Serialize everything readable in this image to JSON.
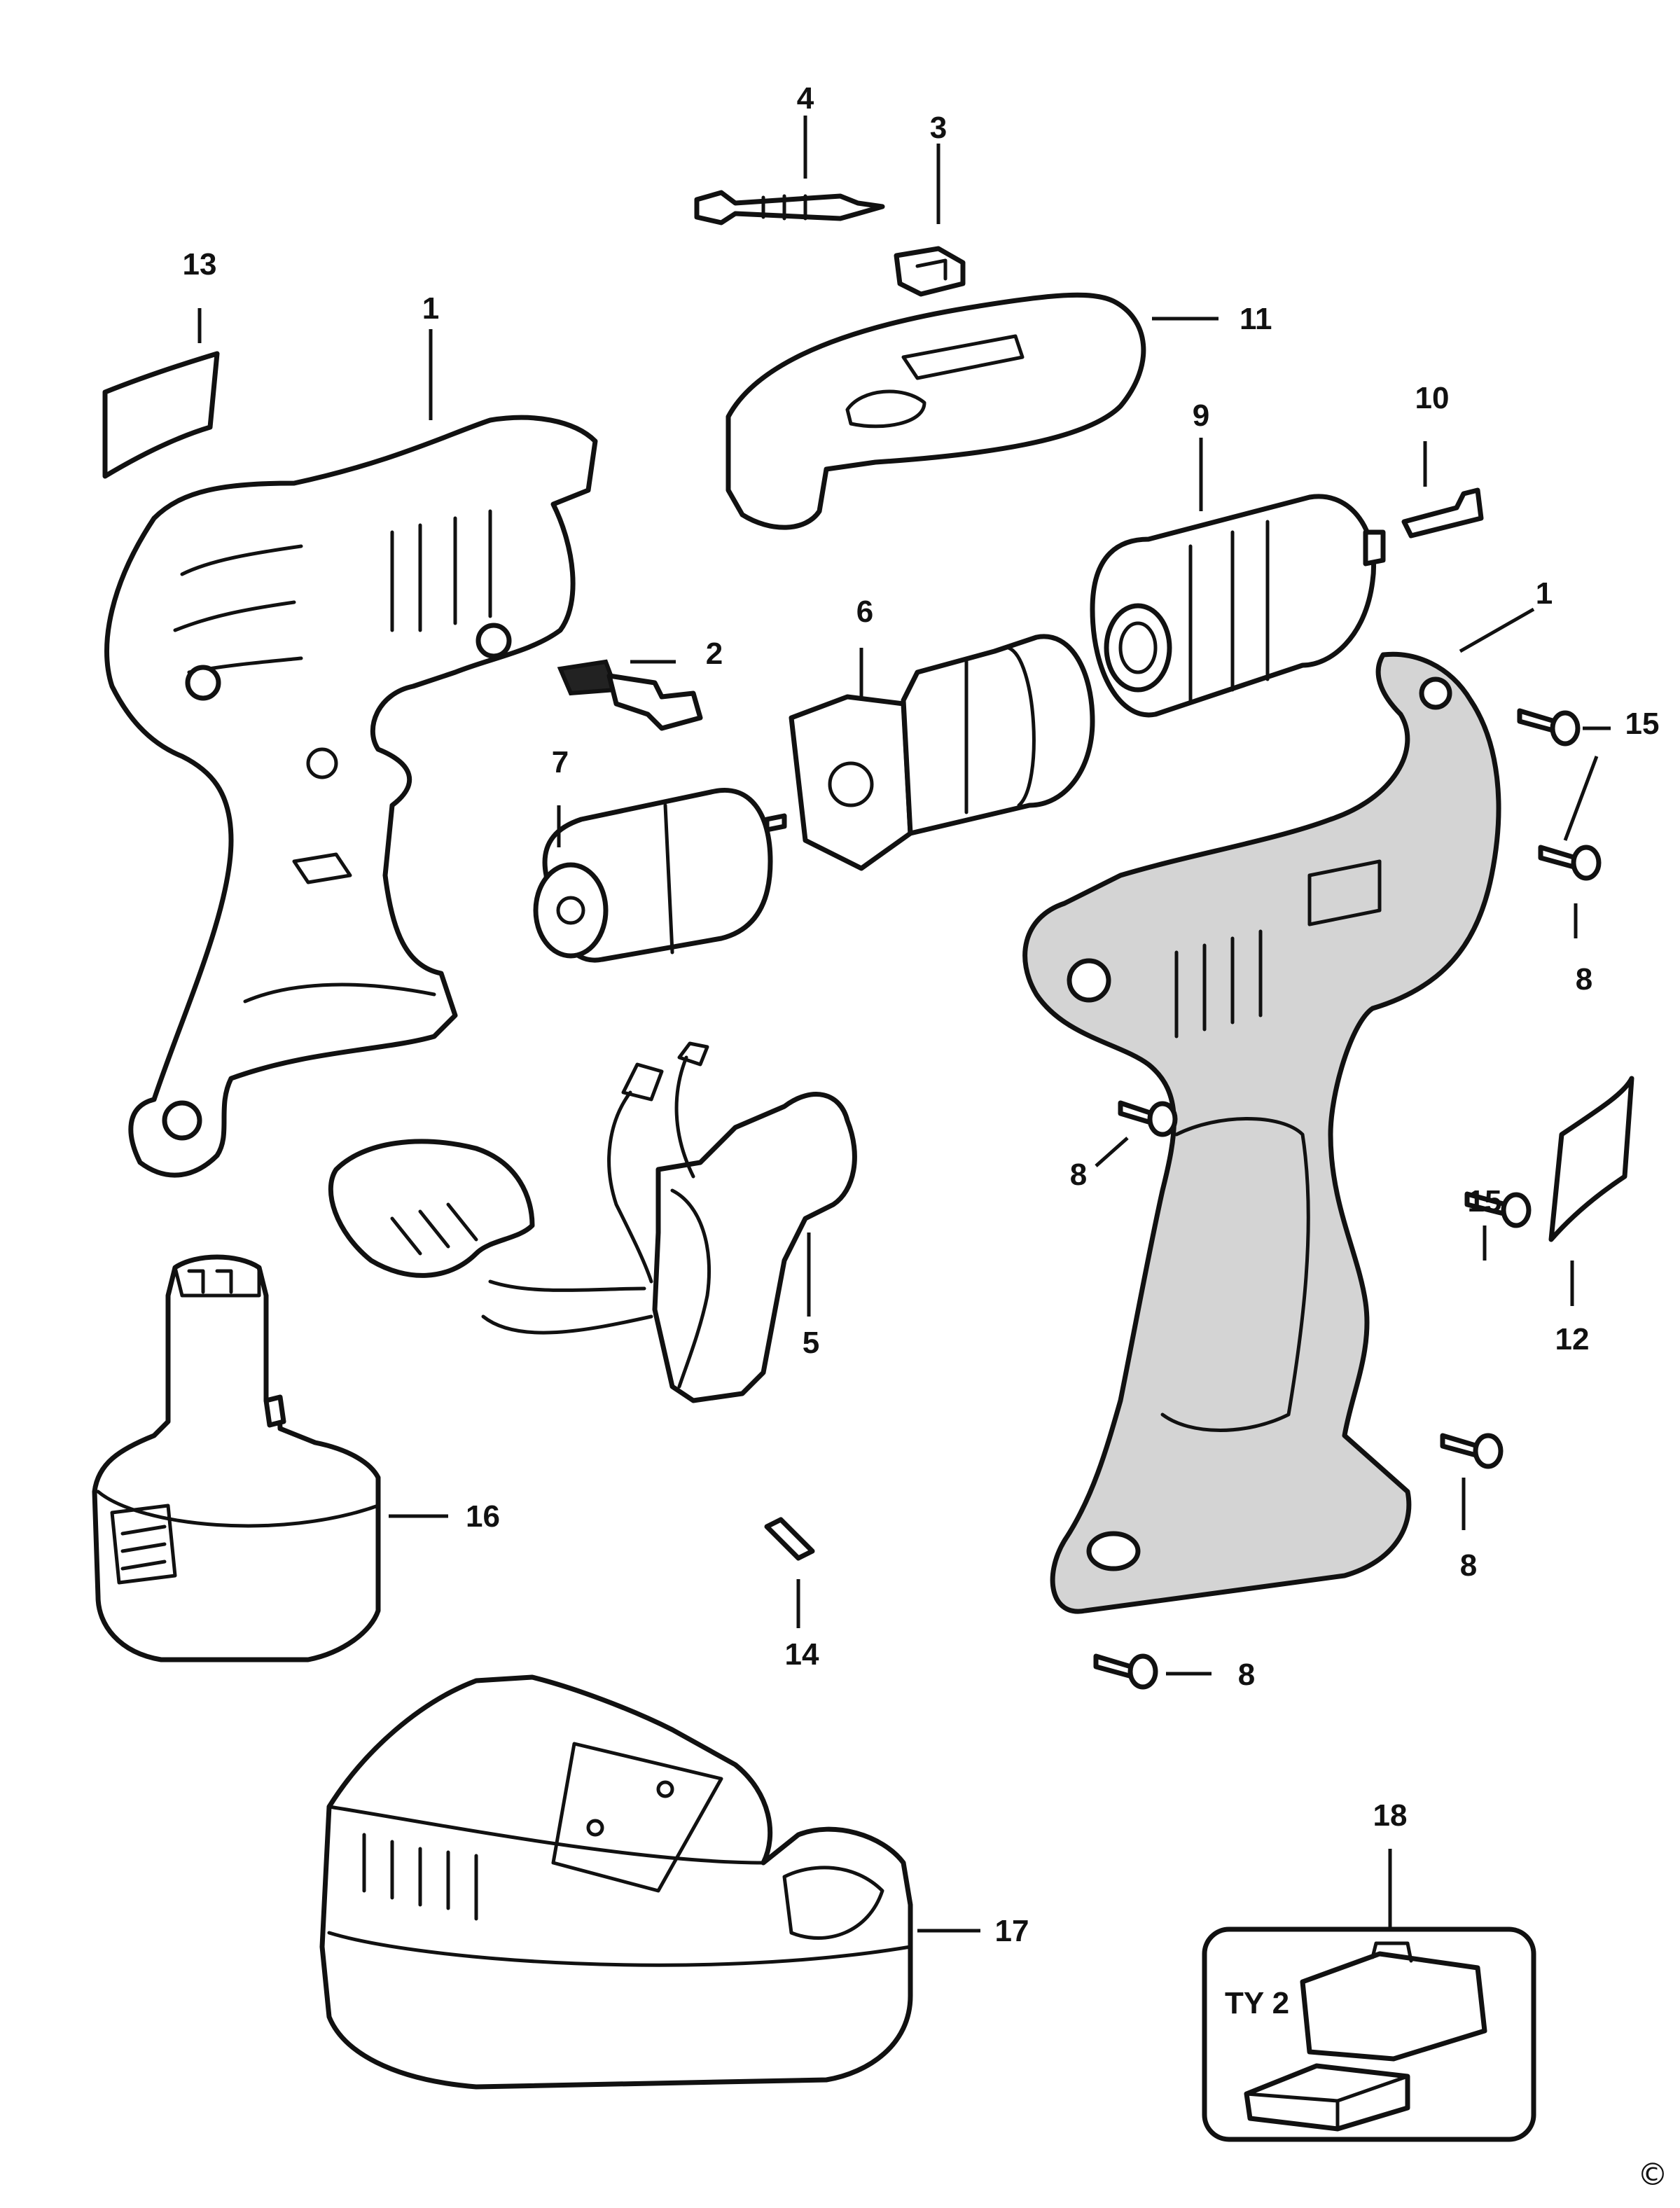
{
  "callouts": {
    "c1_left": "1",
    "c1_right": "1",
    "c2": "2",
    "c3": "3",
    "c4": "4",
    "c5": "5",
    "c6": "6",
    "c7": "7",
    "c8_a": "8",
    "c8_b": "8",
    "c8_c": "8",
    "c8_d": "8",
    "c9": "9",
    "c10": "10",
    "c11": "11",
    "c12": "12",
    "c13": "13",
    "c14": "14",
    "c15_a": "15",
    "c15_b": "15",
    "c16": "16",
    "c17": "17",
    "c18": "18"
  },
  "inset": {
    "label": "TY 2"
  },
  "copyright": "©",
  "colors": {
    "line": "#111111",
    "fill": "#ffffff",
    "shade": "#d4d4d4"
  }
}
